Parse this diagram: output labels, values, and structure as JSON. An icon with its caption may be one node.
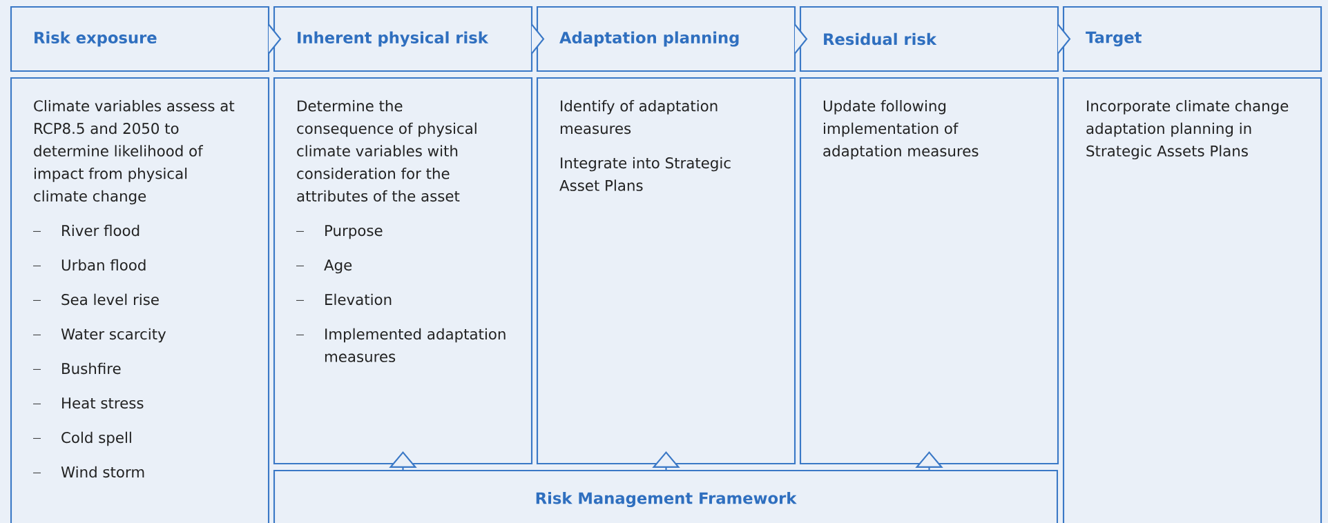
{
  "diagram": {
    "nodes": [
      {
        "text": [
          "Risk exposure"
        ]
      },
      {
        "text": [
          "Inherent physical risk"
        ]
      },
      {
        "text": [
          "Adaptation planning"
        ]
      },
      {
        "text": [
          "Residual risk"
        ]
      },
      {
        "text": [
          "Target"
        ]
      },
      {
        "text": [
          "Climate variables assess at RCP8.5 and 2050 to determine likelihood of impact from physical climate change",
          "River flood",
          "Urban flood",
          "Sea level rise",
          "Water scarcity",
          "Bushfire",
          "Heat stress",
          "Cold spell",
          "Wind storm"
        ]
      },
      {
        "text": [
          "Determine the consequence of physical climate variables with consideration for the attributes of the asset",
          "Purpose",
          "Age",
          "Elevation",
          "Implemented adaptation measures"
        ]
      },
      {
        "text": [
          "Identify of adaptation measures",
          "Integrate into Strategic Asset Plans"
        ]
      },
      {
        "text": [
          "Update following implementation of adaptation measures"
        ]
      },
      {
        "text": [
          "Incorporate climate change adaptation planning in Strategic Assets Plans"
        ]
      },
      {
        "text": [
          "Risk Management Framework"
        ]
      }
    ],
    "edges": [
      {
        "from": 0,
        "to": 1,
        "arrow": "to"
      },
      {
        "from": 1,
        "to": 2,
        "arrow": "to"
      },
      {
        "from": 2,
        "to": 3,
        "arrow": "to"
      },
      {
        "from": 3,
        "to": 4,
        "arrow": "to"
      },
      {
        "from": 10,
        "to": 6,
        "arrow": "to"
      },
      {
        "from": 10,
        "to": 7,
        "arrow": "to"
      },
      {
        "from": 10,
        "to": 8,
        "arrow": "to"
      }
    ]
  }
}
